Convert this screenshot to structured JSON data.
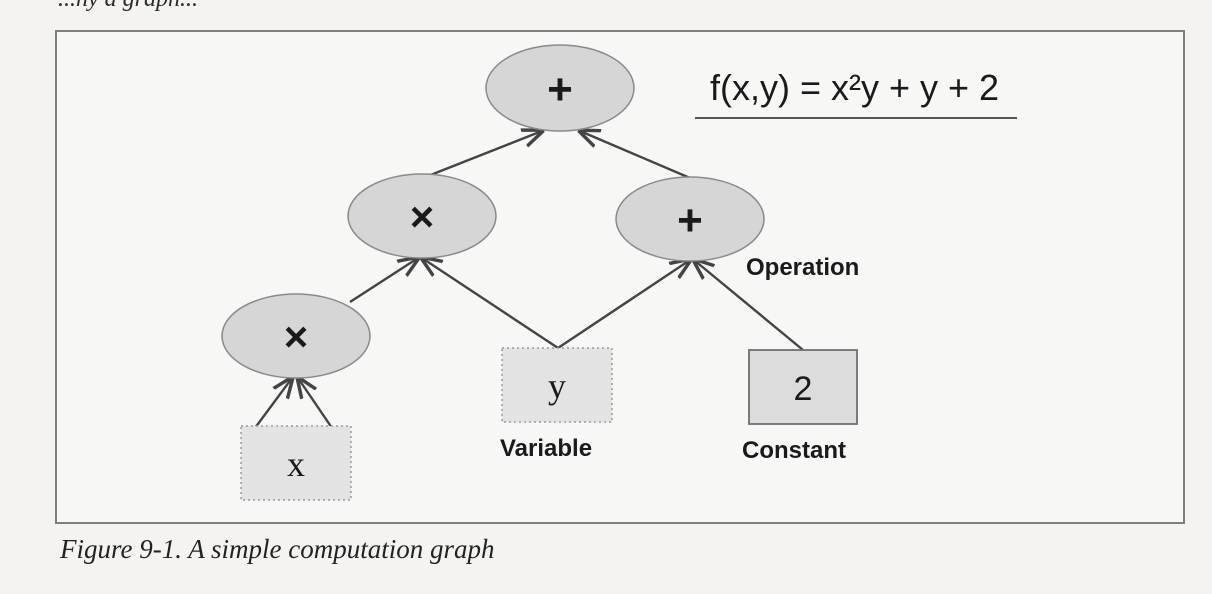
{
  "header": {
    "fragment": "...ny a graph..."
  },
  "diagram": {
    "formula": "f(x,y) = x²y + y + 2",
    "nodes": {
      "root_op": "+",
      "mul_op": "×",
      "add_op": "+",
      "xsq_op": "×",
      "var_x": "x",
      "var_y": "y",
      "const_2": "2"
    },
    "legend": {
      "operation": "Operation",
      "variable": "Variable",
      "constant": "Constant"
    },
    "colors": {
      "operation_fill": "#d6d6d6",
      "operation_stroke": "#8a8a8a",
      "variable_fill": "#e3e3e3",
      "constant_fill": "#dcdcdc",
      "edge": "#444444"
    }
  },
  "caption": "Figure 9-1. A simple computation graph"
}
